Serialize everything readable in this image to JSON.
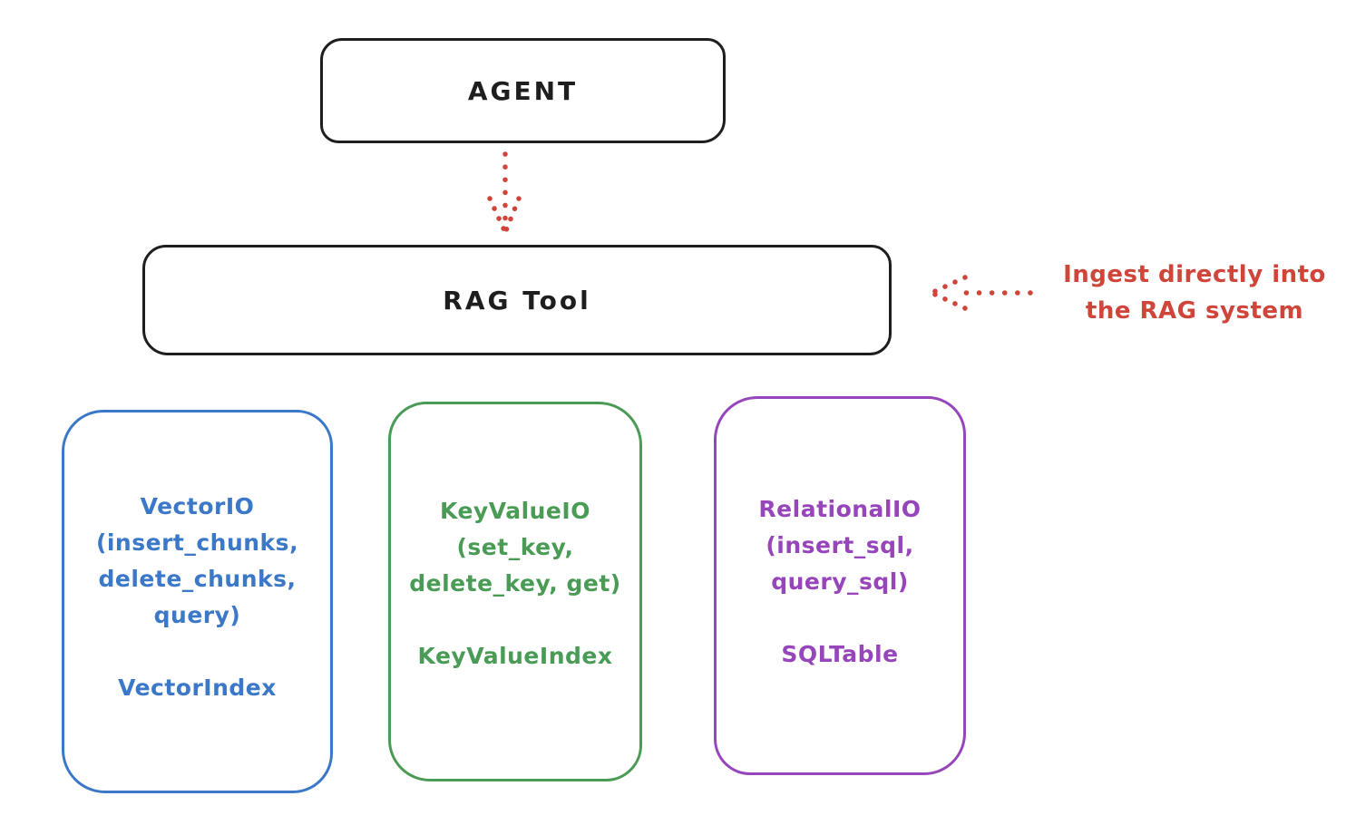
{
  "agent_box": {
    "label": "AGENT"
  },
  "rag_tool_box": {
    "label": "RAG Tool"
  },
  "ingest_annotation": {
    "line1": "Ingest directly into",
    "line2": "the RAG system"
  },
  "stores": {
    "vector": {
      "title": "VectorIO",
      "method_lines": [
        "(insert_chunks,",
        "delete_chunks,",
        "query)"
      ],
      "index_label": "VectorIndex"
    },
    "keyvalue": {
      "title": "KeyValueIO",
      "method_lines": [
        "(set_key,",
        "delete_key, get)"
      ],
      "index_label": "KeyValueIndex"
    },
    "relational": {
      "title": "RelationalIO",
      "method_lines": [
        "(insert_sql,",
        "query_sql)"
      ],
      "index_label": "SQLTable"
    }
  },
  "colors": {
    "ink": "#1e1e1e",
    "accent_red": "#d0453a",
    "vector_blue": "#3b78c8",
    "keyvalue_green": "#4a9b55",
    "relational_purple": "#9745ba",
    "background": "#ffffff"
  }
}
